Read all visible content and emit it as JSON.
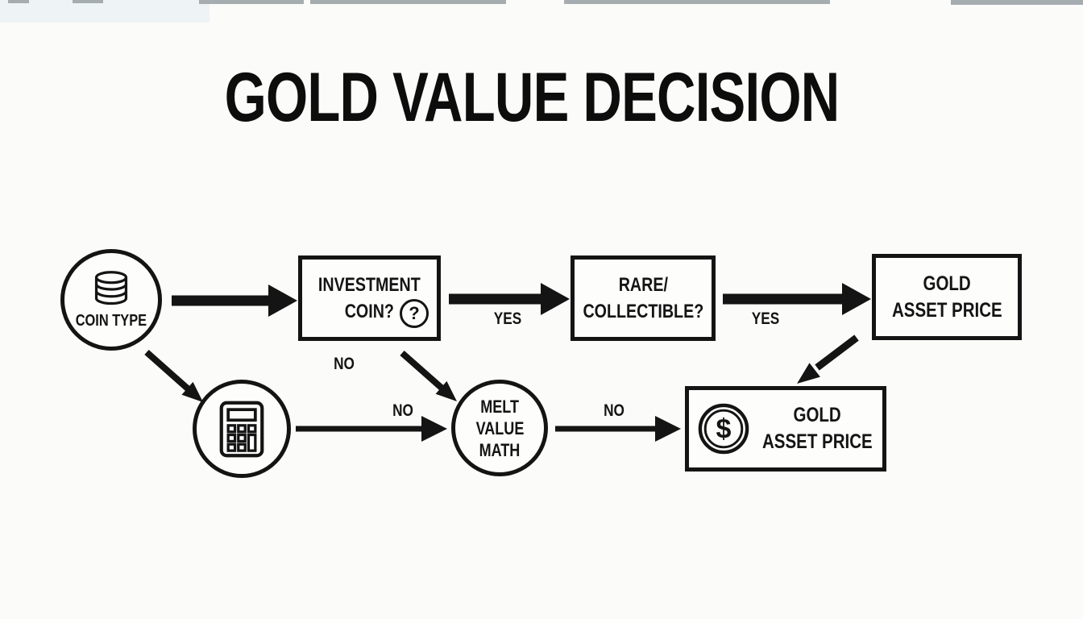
{
  "title": "GOLD VALUE DECISION",
  "nodes": {
    "coin_type": {
      "label": "COIN TYPE",
      "icon": "coin-stack-icon"
    },
    "investment_coin": {
      "line1": "INVESTMENT",
      "line2": "COIN?",
      "icon": "question-circle-icon",
      "icon_glyph": "?"
    },
    "rare_collectible": {
      "line1": "RARE/",
      "line2": "COLLECTIBLE?"
    },
    "gold_asset_top": {
      "line1": "GOLD",
      "line2": "ASSET PRICE"
    },
    "calculator": {
      "icon": "calculator-icon"
    },
    "melt_value": {
      "line1": "MELT",
      "line2": "VALUE",
      "line3": "MATH"
    },
    "gold_asset_bottom": {
      "line1": "GOLD",
      "line2": "ASSET PRICE",
      "icon": "dollar-coin-icon",
      "icon_glyph": "$"
    }
  },
  "edge_labels": {
    "investment_yes": "YES",
    "rare_yes": "YES",
    "investment_no": "NO",
    "calculator_no": "NO",
    "melt_no": "NO"
  },
  "colors": {
    "ink": "#141414",
    "background": "#fbfbf9"
  }
}
